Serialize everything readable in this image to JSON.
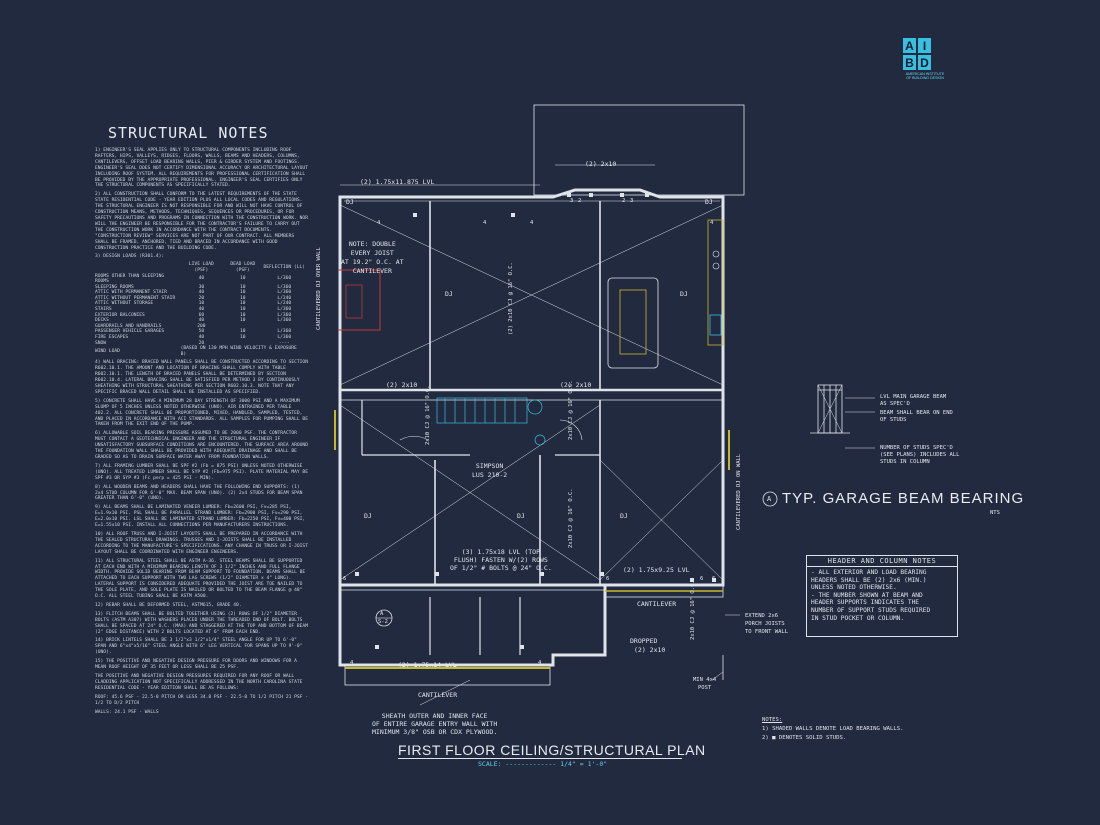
{
  "logo": {
    "letters": [
      "A",
      "I",
      "B",
      "D"
    ],
    "caption": "AMERICAN INSTITUTE OF BUILDING DESIGN"
  },
  "structural_notes": {
    "title": "STRUCTURAL NOTES",
    "items": [
      "1) ENGINEER'S SEAL APPLIES ONLY TO STRUCTURAL COMPONENTS INCLUDING ROOF RAFTERS, HIPS, VALLEYS, RIDGES, FLOORS, WALLS, BEAMS AND HEADERS, COLUMNS, CANTILEVERS, OFFSET LOAD BEARING WALLS, PIER & GIRDER SYSTEM AND FOOTINGS. ENGINEER'S SEAL DOES NOT CERTIFY DIMENSIONAL ACCURACY OR ARCHITECTURAL LAYOUT INCLUDING ROOF SYSTEM. ALL REQUIREMENTS FOR PROFESSIONAL CERTIFICATION SHALL BE PROVIDED BY THE APPROPRIATE PROFESSIONAL. ENGINEER'S SEAL CERTIFIES ONLY THE STRUCTURAL COMPONENTS AS SPECIFICALLY STATED.",
      "2) ALL CONSTRUCTION SHALL CONFORM TO THE LATEST REQUIREMENTS OF THE STATE STATE RESIDENTIAL CODE - YEAR EDITION PLUS ALL LOCAL CODES AND REGULATIONS. THE STRUCTURAL ENGINEER IS NOT RESPONSIBLE FOR AND WILL NOT HAVE CONTROL OF CONSTRUCTION MEANS, METHODS, TECHNIQUES, SEQUENCES OR PROCEDURES, OR FOR SAFETY PRECAUTIONS AND PROGRAMS IN CONNECTION WITH THE CONSTRUCTION WORK. NOR WILL THE ENGINEER BE RESPONSIBLE FOR THE CONTRACTOR'S FAILURE TO CARRY OUT THE CONSTRUCTION WORK IN ACCORDANCE WITH THE CONTRACT DOCUMENTS. \"CONSTRUCTION REVIEW\" SERVICES ARE NOT PART OF OUR CONTRACT. ALL MEMBERS SHALL BE FRAMED, ANCHORED, TIED AND BRACED IN ACCORDANCE WITH GOOD CONSTRUCTION PRACTICE AND THE BUILDING CODE.",
      "3) DESIGN LOADS (R301.4):"
    ],
    "load_header": [
      "",
      "LIVE LOAD (PSF)",
      "DEAD LOAD (PSF)",
      "DEFLECTION (LL)"
    ],
    "loads": [
      [
        "ROOMS OTHER THAN SLEEPING ROOMS",
        "40",
        "10",
        "L/360"
      ],
      [
        "SLEEPING ROOMS",
        "30",
        "10",
        "L/360"
      ],
      [
        "ATTIC WITH PERMANENT STAIR",
        "40",
        "10",
        "L/360"
      ],
      [
        "ATTIC WITHOUT PERMANENT STAIR",
        "20",
        "10",
        "L/240"
      ],
      [
        "ATTIC WITHOUT STORAGE",
        "10",
        "10",
        "L/240"
      ],
      [
        "STAIRS",
        "40",
        "10",
        "L/360"
      ],
      [
        "EXTERIOR BALCONIES",
        "60",
        "10",
        "L/360"
      ],
      [
        "DECKS",
        "40",
        "10",
        "L/360"
      ],
      [
        "GUARDRAILS AND HANDRAILS",
        "200",
        "",
        ""
      ],
      [
        "PASSENGER VEHICLE GARAGES",
        "50",
        "10",
        "L/360"
      ],
      [
        "FIRE ESCAPES",
        "40",
        "10",
        "L/360"
      ],
      [
        "SNOW",
        "20",
        "",
        "----"
      ],
      [
        "WIND LOAD",
        "(BASED ON 130 MPH WIND VELOCITY & EXPOSURE B)",
        "",
        ""
      ]
    ],
    "more_items": [
      "4) WALL BRACING: BRACED WALL PANELS SHALL BE CONSTRUCTED ACCORDING TO SECTION R602.10.1. THE AMOUNT AND LOCATION OF BRACING SHALL COMPLY WITH TABLE R602.10.1. THE LENGTH OF BRACED PANELS SHALL BE DETERMINED BY SECTION R602.10.4. LATERAL BRACING SHALL BE SATISFIED PER METHOD 3 BY CONTINUOUSLY SHEATHING WITH STRUCTURAL SHEATHING PER SECTION R602.10.3. NOTE THAT ANY SPECIFIC BRACED WALL DETAIL SHALL BE INSTALLED AS SPECIFIED.",
      "5) CONCRETE SHALL HAVE A MINIMUM 28 DAY STRENGTH OF 3000 PSI AND A MAXIMUM SLUMP OF 5 INCHES UNLESS NOTED OTHERWISE (UNO). AIR ENTRAINED PER TABLE 402.2. ALL CONCRETE SHALL BE PROPORTIONED, MIXED, HANDLED, SAMPLED, TESTED, AND PLACED IN ACCORDANCE WITH ACI STANDARDS. ALL SAMPLES FOR PUMPING SHALL BE TAKEN FROM THE EXIT END OF THE PUMP.",
      "6) ALLOWABLE SOIL BEARING PRESSURE ASSUMED TO BE 2000 PSF. THE CONTRACTOR MUST CONTACT A GEOTECHNICAL ENGINEER AND THE STRUCTURAL ENGINEER IF UNSATISFACTORY SUBSURFACE CONDITIONS ARE ENCOUNTERED. THE SURFACE AREA AROUND THE FOUNDATION WALL SHALL BE PROVIDED WITH ADEQUATE DRAINAGE AND SHALL BE GRADED SO AS TO DRAIN SURFACE WATER AWAY FROM FOUNDATION WALLS.",
      "7) ALL FRAMING LUMBER SHALL BE SPF #2 (Fb = 875 PSI) UNLESS NOTED OTHERWISE (UNO). ALL TREATED LUMBER SHALL BE SYP #2 (Fb=975 PSI). PLATE MATERIAL MAY BE SPF #3 OR SYP #3 (Fc perp = 425 PSI - MIN).",
      "8) ALL WOODEN BEAMS AND HEADERS SHALL HAVE THE FOLLOWING END SUPPORTS: (1) 2x4 STUD COLUMN FOR 6'-0\" MAX. BEAM SPAN (UNO). (2) 2x4 STUDS FOR BEAM SPAN GREATER THAN 6'-0\" (UNO).",
      "9) ALL BEAMS SHALL BE LAMINATED VENEER LUMBER: Fb=2600 PSI, Fv=285 PSI, E=1.9x10 PSI. PSL SHALL BE PARALLEL STRAND LUMBER: Fb=2900 PSI, Fv=290 PSI, E=2.0x10 PSI. LSL SHALL BE LAMINATED STRAND LUMBER: Fb=2250 PSI, Fv=400 PSI, E=1.55x10 PSI. INSTALL ALL CONNECTIONS PER MANUFACTURERS INSTRUCTIONS.",
      "10) ALL ROOF TRUSS AND I-JOIST LAYOUTS SHALL BE PREPARED IN ACCORDANCE WITH THE SEALED STRUCTURAL DRAWINGS. TRUSSES AND I-JOISTS SHALL BE INSTALLED ACCORDING TO THE MANUFACTURE'S SPECIFICATIONS. ANY CHANGE IN TRUSS OR I-JOIST LAYOUT SHALL BE COORDINATED WITH ENGINEER ENGINEERS.",
      "11) ALL STRUCTURAL STEEL SHALL BE ASTM A-36. STEEL BEAMS SHALL BE SUPPORTED AT EACH END WITH A MINIMUM BEARING LENGTH OF 3 1/2\" INCHES AND FULL FLANGE WIDTH. PROVIDE SOLID BEARING FROM BEAM SUPPORT TO FOUNDATION. BEAMS SHALL BE ATTACHED TO EACH SUPPORT WITH TWO LAG SCREWS (1/2\" DIAMETER x 4\" LONG). LATERAL SUPPORT IS CONSIDERED ADEQUATE PROVIDED THE JOIST ARE TOE NAILED TO THE SOLE PLATE, AND SOLE PLATE IS NAILED OR BOLTED TO THE BEAM FLANGE @ 48\" O.C. ALL STEEL TUBING SHALL BE ASTM A500.",
      "12) REBAR SHALL BE DEFORMED STEEL, ASTM615, GRADE 40.",
      "13) FLITCH BEAMS SHALL BE BOLTED TOGETHER USING (2) ROWS OF 1/2\" DIAMETER BOLTS (ASTM A307) WITH WASHERS PLACED UNDER THE THREADED END OF BOLT. BOLTS SHALL BE SPACED AT 24\" O.C. (MAX) AND STAGGERED AT THE TOP AND BOTTOM OF BEAM (2\" EDGE DISTANCE) WITH 2 BOLTS LOCATED AT 6\" FROM EACH END.",
      "14) BRICK LINTELS SHALL BE 3 1/2\"x3 1/2\"x1/4\" STEEL ANGLE FOR UP TO 6'-0\" SPAN AND 6\"x4\"x5/16\" STEEL ANGLE WITH 6\" LEG VERTICAL FOR SPANS UP TO 9'-0\" (UNO).",
      "15) THE POSITIVE AND NEGATIVE DESIGN PRESSURE FOR DOORS AND WINDOWS FOR A MEAN ROOF HEIGHT OF 35 FEET OR LESS SHALL BE 25 PSF.",
      "THE POSITIVE AND NEGATIVE DESIGN PRESSURES REQUIRED FOR ANY ROOF OR WALL CLADDING APPLICATION NOT SPECIFICALLY ADDRESSED IN THE NORTH CAROLINA STATE RESIDENTIAL CODE - YEAR EDITION SHALL BE AS FOLLOWS:",
      "ROOF: 45.6 PSF - 22.5-0 PITCH OR LESS  34.8 PSF - 22.5-0 TO 1/2 PITCH  21 PSF - 1/2 TO D/2 PITCH",
      "WALLS: 24.1 PSF - WALLS"
    ]
  },
  "plan_labels": {
    "top_beam": "(2) 1.75x11.875 LVL",
    "bay_beam": "(2) 2x10",
    "note_double": [
      "NOTE: DOUBLE",
      "EVERY JOIST",
      "AT 19.2\" O.C. AT",
      "CANTILEVER"
    ],
    "cant_left": "CANTILEVERED DJ OVER WALL",
    "cant_right": "CANTILEVERED DJ ON WALL",
    "dj": "DJ",
    "joist_a": "(2) 2x10 CJ @ 16\" O.C.",
    "joist_b": "2x10 CJ @ 16\" O.C.",
    "joist_c": "2x10 CJ @ 16\" O.C.",
    "joist_d": "2x10 CJ @ 16\" O.C.",
    "joist_e": "2x10 CJ @ 16\" O.C.",
    "stair_2x10_a": "(2) 2x10",
    "stair_2x10_b": "(2) 2x10",
    "simpson": [
      "SIMPSON",
      "LUS 210-2"
    ],
    "lvl_mid": [
      "(3) 1.75x18 LVL (TOP",
      "FLUSH) FASTEN W/(2) ROWS",
      "OF 1/2\" # BOLTS @ 24\" O.C."
    ],
    "lvl_right": "(2) 1.75x9.25 LVL",
    "lvl_bottom": "(2) 1.75x14 LVL",
    "cantilever_bottom": "CANTILEVER",
    "cantilever_right": "CANTILEVER",
    "dropped": "DROPPED",
    "dropped_beam": "(2) 2x10",
    "section_ref": [
      "A",
      "S-2"
    ],
    "numbers": [
      "4",
      "4",
      "4",
      "4",
      "6",
      "6",
      "4",
      "4",
      "3",
      "2",
      "2",
      "3",
      "6",
      "6",
      "4",
      "4",
      "6"
    ],
    "sheath": [
      "SHEATH OUTER AND INNER FACE",
      "OF ENTIRE GARAGE ENTRY WALL WITH",
      "MINIMUM 3/8\" OSB OR CDX PLYWOOD."
    ],
    "extend": [
      "EXTEND 2x6",
      "PORCH JOISTS",
      "TO FRONT WALL"
    ],
    "min_post": [
      "MIN 4x4",
      "POST"
    ]
  },
  "beam_detail": {
    "title": "TYP. GARAGE BEAM BEARING",
    "ref": "A",
    "nts": "NTS",
    "callouts": [
      [
        "LVL MAIN GARAGE BEAM",
        "AS SPEC'D"
      ],
      [
        "BEAM SHALL BEAR ON END",
        "OF STUDS"
      ],
      [
        "NUMBER OF STUDS SPEC'D",
        "(SEE PLANS) INCLUDES ALL",
        "STUDS IN COLUMN"
      ]
    ]
  },
  "header_notes": {
    "title": "HEADER AND COLUMN NOTES",
    "lines": [
      "- ALL EXTERIOR AND LOAD BEARING",
      "HEADERS SHALL BE (2) 2x6 (MIN.)",
      "UNLESS NOTED OTHERWISE.",
      "- THE NUMBER SHOWN AT BEAM AND",
      "HEADER SUPPORTS INDICATES THE",
      "NUMBER OF SUPPORT STUDS REQUIRED",
      "IN STUD POCKET OR COLUMN."
    ]
  },
  "plan_title": "FIRST FLOOR CEILING/STRUCTURAL PLAN",
  "scale": "SCALE: ------------- 1/4\" = 1'-0\"",
  "notes": {
    "title": "NOTES:",
    "lines": [
      "1) SHADED WALLS DENOTE LOAD BEARING WALLS.",
      "2) ■ DENOTES SOLID STUDS."
    ]
  },
  "colors": {
    "background": "#222a3f",
    "linework": "#dfe3ea",
    "cyan": "#39c0e0",
    "red": "#c23a3a",
    "yellow": "#c7b72a"
  }
}
